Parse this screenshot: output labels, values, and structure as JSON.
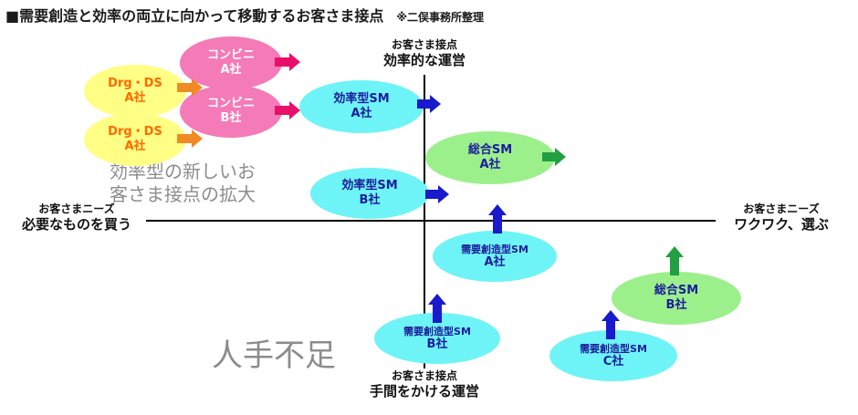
{
  "title": {
    "main": "■需要創造と効率の両立に向かって移動するお客さま接点",
    "note": "※二俣事務所整理"
  },
  "axes": {
    "top": {
      "line1": "お客さま接点",
      "line2": "効率的な運営"
    },
    "bottom": {
      "line1": "お客さま接点",
      "line2": "手間をかける運営"
    },
    "left": {
      "line1": "お客さまニーズ",
      "line2": "必要なものを買う"
    },
    "right": {
      "line1": "お客さまニーズ",
      "line2": "ワクワク、選ぶ"
    }
  },
  "nodes": {
    "drg_a_top": {
      "line1": "Drg・DS",
      "line2": "A社"
    },
    "drg_a_bottom": {
      "line1": "Drg・DS",
      "line2": "A社"
    },
    "conv_a": {
      "line1": "コンビニ",
      "line2": "A社"
    },
    "conv_b": {
      "line1": "コンビニ",
      "line2": "B社"
    },
    "eff_sm_a": {
      "line1": "効率型SM",
      "line2": "A社"
    },
    "eff_sm_b": {
      "line1": "効率型SM",
      "line2": "B社"
    },
    "gen_sm_a": {
      "line1": "総合SM",
      "line2": "A社"
    },
    "gen_sm_b": {
      "line1": "総合SM",
      "line2": "B社"
    },
    "dem_sm_a": {
      "line1": "需要創造型SM",
      "line2": "A社"
    },
    "dem_sm_b": {
      "line1": "需要創造型SM",
      "line2": "B社"
    },
    "dem_sm_c": {
      "line1": "需要創造型SM",
      "line2": "C社"
    }
  },
  "annotations": {
    "expansion_line1": "効率型の新しいお",
    "expansion_line2": "客さま接点の拡大",
    "labor_shortage": "人手不足"
  },
  "colors": {
    "yellow": "#ffff85",
    "pink": "#f47ab8",
    "cyan": "#6ef4f7",
    "green": "#9cf08c",
    "arrow_orange": "#f08a24",
    "arrow_red": "#e8106a",
    "arrow_blue": "#1a1acc",
    "arrow_green": "#20a040"
  }
}
